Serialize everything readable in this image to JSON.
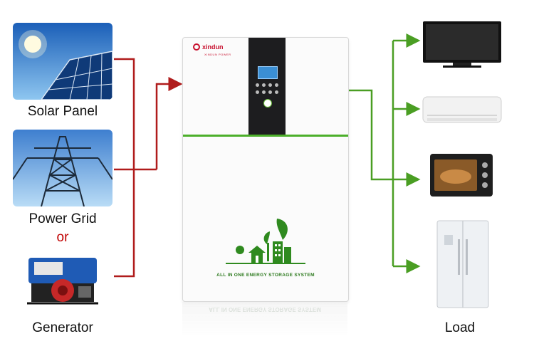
{
  "sources": [
    {
      "label": "Solar  Panel",
      "icon": "solar-panel-icon"
    },
    {
      "label": "Power Grid",
      "icon": "power-tower-icon"
    },
    {
      "label": "Generator",
      "icon": "generator-icon"
    }
  ],
  "or_text": "or",
  "device": {
    "brand": "xindun",
    "brand_sub": "XINDUN POWER",
    "tagline": "ALL IN ONE ENERGY STORAGE SYSTEM"
  },
  "loads": {
    "label": "Load",
    "items": [
      "tv-icon",
      "air-conditioner-icon",
      "oven-icon",
      "refrigerator-icon"
    ]
  },
  "colors": {
    "input_wire": "#b01c1c",
    "output_wire": "#4a9e23",
    "accent_green": "#4caf2a",
    "brand_red": "#c8102e"
  }
}
